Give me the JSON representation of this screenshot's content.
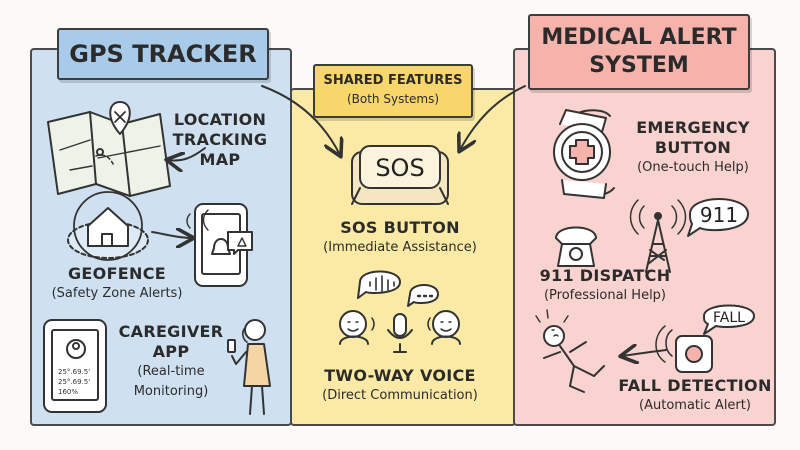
{
  "gps": {
    "title": "GPS TRACKER",
    "items": [
      {
        "title_l1": "LOCATION",
        "title_l2": "TRACKING",
        "title_l3": "MAP"
      },
      {
        "title": "GEOFENCE",
        "sub": "(Safety Zone Alerts)"
      },
      {
        "title_l1": "CAREGIVER",
        "title_l2": "APP",
        "sub_l1": "(Real-time",
        "sub_l2": "Monitoring)",
        "phone_lines": [
          "25°.69.5'",
          "25°.69.5'",
          "160%"
        ]
      }
    ]
  },
  "medical": {
    "title_l1": "MEDICAL ALERT",
    "title_l2": "SYSTEM",
    "items": [
      {
        "title_l1": "EMERGENCY",
        "title_l2": "BUTTON",
        "sub": "(One-touch Help)"
      },
      {
        "title": "911 DISPATCH",
        "sub": "(Professional Help)",
        "bubble": "911"
      },
      {
        "title": "FALL DETECTION",
        "sub": "(Automatic Alert)",
        "bubble": "FALL"
      }
    ]
  },
  "shared": {
    "title": "SHARED FEATURES",
    "subtitle": "(Both Systems)",
    "items": [
      {
        "title": "SOS BUTTON",
        "sub": "(Immediate Assistance)",
        "button_text": "SOS"
      },
      {
        "title": "TWO-WAY VOICE",
        "sub": "(Direct Communication)"
      }
    ]
  },
  "colors": {
    "gps_panel": "#cfe1f1",
    "gps_header": "#a9cbea",
    "shared_panel": "#faeaa5",
    "shared_header": "#f7d66c",
    "medical_panel": "#f9d3cf",
    "medical_header": "#f5b3ab"
  },
  "icons": [
    "map-icon",
    "house-geofence-icon",
    "phone-alert-icon",
    "phone-app-icon",
    "caregiver-person-icon",
    "sos-button-icon",
    "voice-chat-icon",
    "microphone-icon",
    "wrist-button-icon",
    "telephone-icon",
    "radio-tower-icon",
    "falling-person-icon",
    "fall-sensor-icon"
  ]
}
